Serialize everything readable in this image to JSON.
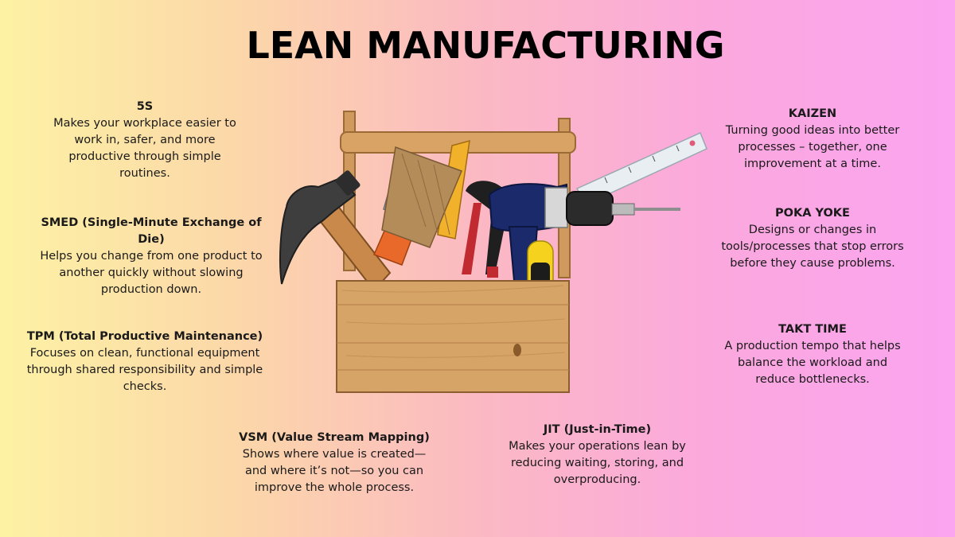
{
  "title": "LEAN MANUFACTURING",
  "tools": {
    "fives": {
      "name": "5S",
      "desc": "Makes your workplace easier to work in, safer, and more productive through simple routines."
    },
    "smed": {
      "name": "SMED (Single-Minute Exchange of Die)",
      "desc": "Helps you change from one product to another quickly without slowing production down."
    },
    "tpm": {
      "name": "TPM (Total Productive Maintenance)",
      "desc": "Focuses on clean, functional equipment through shared responsibility and simple checks."
    },
    "vsm": {
      "name": "VSM (Value Stream Mapping)",
      "desc": "Shows where value is created—and where it’s not—so you can improve the whole process."
    },
    "jit": {
      "name": "JIT (Just-in-Time)",
      "desc": "Makes your operations lean by reducing waiting, storing, and overproducing."
    },
    "kaizen": {
      "name": "KAIZEN",
      "desc": "Turning good ideas into better processes – together, one improvement at a time."
    },
    "pokayoke": {
      "name": "POKA YOKE",
      "desc": "Designs or changes in tools/processes that stop errors before they cause problems."
    },
    "takt": {
      "name": "TAKT TIME",
      "desc": "A production tempo that helps balance the workload and reduce bottlenecks."
    }
  }
}
